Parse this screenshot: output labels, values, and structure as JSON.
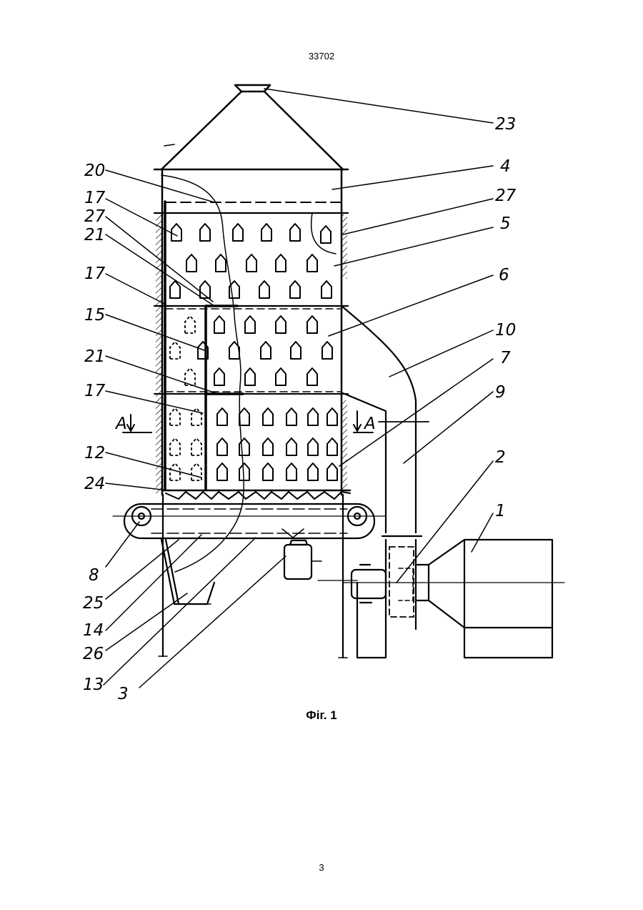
{
  "header": {
    "document_number": "33702"
  },
  "figure": {
    "caption": "Фіг. 1",
    "labels": [
      "23",
      "4",
      "27",
      "5",
      "6",
      "10",
      "7",
      "9",
      "2",
      "1",
      "20",
      "17",
      "27",
      "21",
      "17",
      "15",
      "21",
      "17",
      "12",
      "24",
      "8",
      "25",
      "14",
      "26",
      "13",
      "3",
      "A",
      "A"
    ]
  },
  "footer": {
    "page_number": "3"
  }
}
